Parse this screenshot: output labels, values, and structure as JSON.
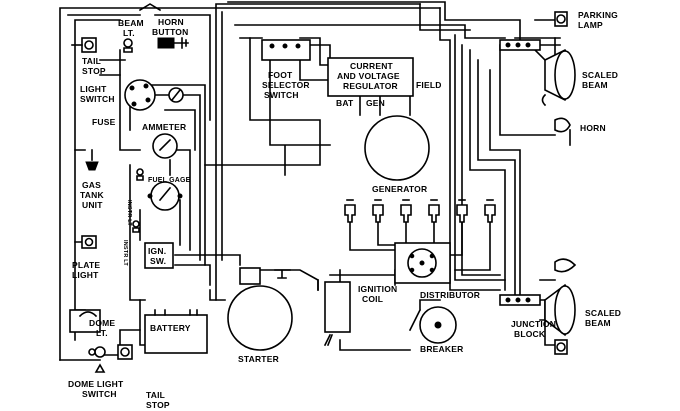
{
  "labels": {
    "beam_lt": [
      "BEAM",
      "LT."
    ],
    "horn_button": [
      "HORN",
      "BUTTON"
    ],
    "tail_stop_top": [
      "TAIL",
      "STOP"
    ],
    "light_switch": [
      "LIGHT",
      "SWITCH"
    ],
    "fuse": "FUSE",
    "ammeter": "AMMETER",
    "fuel_gage": "FUEL GAGE",
    "gas_tank_unit": [
      "GAS",
      "TANK",
      "UNIT"
    ],
    "instrument_lt": "INSTR LT",
    "instrument_lt_2": "INSTR LT",
    "ign_sw": [
      "IGN.",
      "SW."
    ],
    "plate_light": [
      "PLATE",
      "LIGHT"
    ],
    "dome_lt": [
      "DOME",
      "LT."
    ],
    "battery": "BATTERY",
    "dome_light_switch": [
      "DOME LIGHT",
      "SWITCH"
    ],
    "tail_stop_bottom": [
      "TAIL",
      "STOP"
    ],
    "foot_selector_switch": [
      "FOOT",
      "SELECTOR",
      "SWITCH"
    ],
    "regulator": [
      "CURRENT",
      "AND VOLTAGE",
      "REGULATOR"
    ],
    "bat": "BAT",
    "gen": "GEN",
    "field": "FIELD",
    "generator": "GENERATOR",
    "starter": "STARTER",
    "ignition_coil": [
      "IGNITION",
      "COIL"
    ],
    "distributor": "DISTRIBUTOR",
    "breaker": "BREAKER",
    "parking_lamp": [
      "PARKING",
      "LAMP"
    ],
    "sealed_beam_top": [
      "SCALED",
      "BEAM"
    ],
    "horn": "HORN",
    "junction_block": [
      "JUNCTION",
      "BLOCK"
    ],
    "sealed_beam_bottom": [
      "SCALED",
      "BEAM"
    ]
  }
}
